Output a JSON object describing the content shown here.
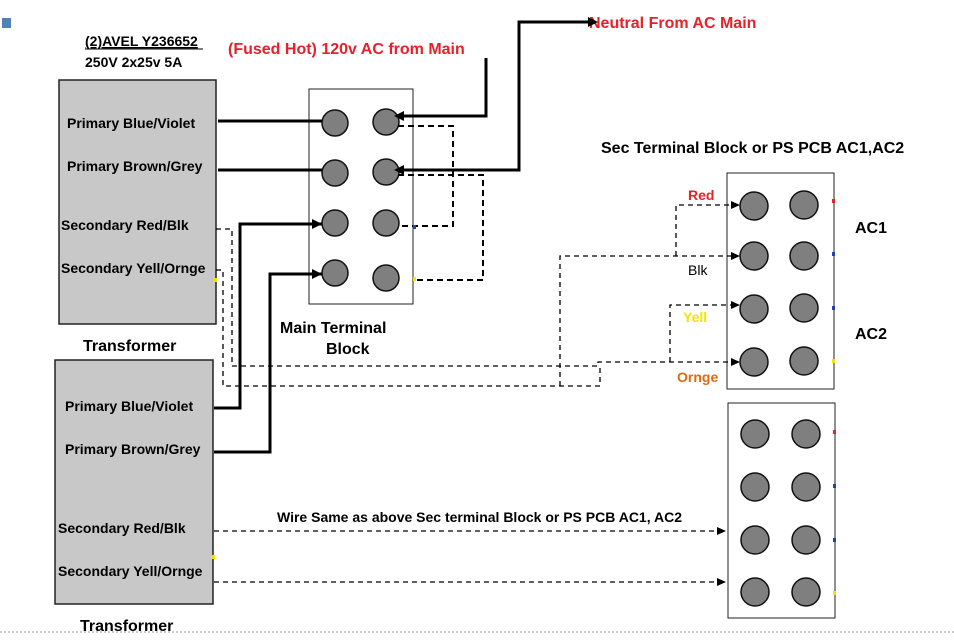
{
  "transformer_model": "(2)AVEL Y236652",
  "transformer_rating": "250V 2x25v 5A",
  "top_transformer": {
    "label": "Transformer",
    "primary_1": "Primary Blue/Violet",
    "primary_2": "Primary Brown/Grey",
    "secondary_1": "Secondary Red/Blk",
    "secondary_2": "Secondary Yell/Ornge"
  },
  "bottom_transformer": {
    "label": "Transformer",
    "primary_1": "Primary Blue/Violet",
    "primary_2": "Primary Brown/Grey",
    "secondary_1": "Secondary Red/Blk",
    "secondary_2": "Secondary Yell/Ornge"
  },
  "hot_label": "(Fused Hot) 120v AC from Main",
  "neutral_label": "Neutral From AC Main",
  "main_block_label_1": "Main  Terminal",
  "main_block_label_2": "Block",
  "sec_block_title": "Sec Terminal Block or PS PCB AC1,AC2",
  "wire_labels": {
    "red": "Red",
    "blk": "Blk",
    "yell": "Yell",
    "ornge": "Ornge"
  },
  "ac1": "AC1",
  "ac2": "AC2",
  "wire_same_note": "Wire Same as above Sec terminal Block or PS PCB AC1, AC2",
  "colors": {
    "red_label": "#e8202a",
    "yellow_label": "#f2e600",
    "orange_label": "#e06a10",
    "transformer_fill": "#c8c8c8",
    "terminal_post": "#7f7f7f",
    "corner_marker": "#4f81bd"
  }
}
